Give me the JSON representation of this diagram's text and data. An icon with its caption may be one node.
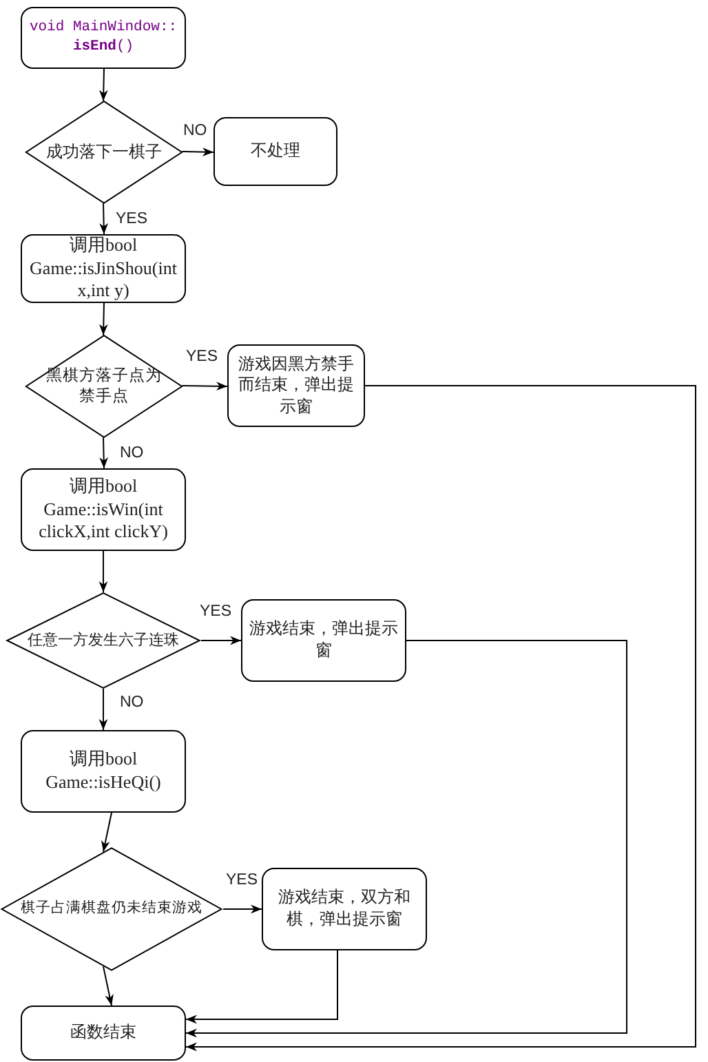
{
  "diagram": {
    "nodes": [
      {
        "text": [
          "void MainWindow:: **isEnd**()"
        ]
      },
      {
        "text": [
          "成功落下一棋子"
        ]
      },
      {
        "text": [
          "不处理"
        ]
      },
      {
        "text": [
          "调用bool Game::isJinShou(int x,int y)"
        ]
      },
      {
        "text": [
          "黑棋方落子点为禁手点"
        ]
      },
      {
        "text": [
          "游戏因黑方禁手而结束，弹出提示窗"
        ]
      },
      {
        "text": [
          "调用bool Game::isWin(int clickX,int clickY)"
        ]
      },
      {
        "text": [
          "任意一方发生六子连珠"
        ]
      },
      {
        "text": [
          "游戏结束，弹出提示窗"
        ]
      },
      {
        "text": [
          "调用bool Game::isHeQi()"
        ]
      },
      {
        "text": [
          "棋子占满棋盘仍未结束游戏"
        ]
      },
      {
        "text": [
          "游戏结束，双方和棋，弹出提示窗"
        ]
      },
      {
        "text": [
          "函数结束"
        ]
      }
    ],
    "edges": [
      {
        "from": 0,
        "to": 1,
        "arrow": "to"
      },
      {
        "from": 1,
        "to": 2,
        "arrow": "to",
        "label": "NO"
      },
      {
        "from": 1,
        "to": 3,
        "arrow": "to",
        "label": "YES"
      },
      {
        "from": 3,
        "to": 4,
        "arrow": "to"
      },
      {
        "from": 4,
        "to": 5,
        "arrow": "to",
        "label": "YES"
      },
      {
        "from": 4,
        "to": 6,
        "arrow": "to",
        "label": "NO"
      },
      {
        "from": 6,
        "to": 7,
        "arrow": "to"
      },
      {
        "from": 7,
        "to": 8,
        "arrow": "to",
        "label": "YES"
      },
      {
        "from": 7,
        "to": 9,
        "arrow": "to",
        "label": "NO"
      },
      {
        "from": 9,
        "to": 10,
        "arrow": "to"
      },
      {
        "from": 10,
        "to": 11,
        "arrow": "to",
        "label": "YES"
      },
      {
        "from": 10,
        "to": 12,
        "arrow": "to"
      },
      {
        "from": 11,
        "to": 12,
        "arrow": "to"
      },
      {
        "from": 8,
        "to": 12,
        "arrow": "to"
      },
      {
        "from": 5,
        "to": 12,
        "arrow": "to"
      }
    ]
  }
}
